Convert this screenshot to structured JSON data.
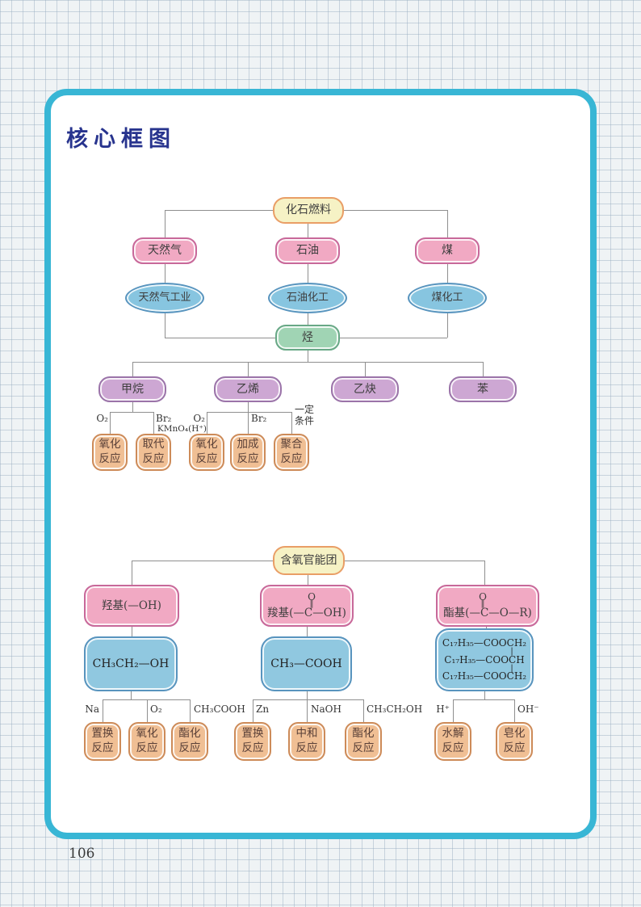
{
  "page": {
    "title": "核心框图",
    "page_number": "106"
  },
  "palette": {
    "card_border": "#38b6d5",
    "title_blue": "#28348e",
    "connector_gray": "#8f8f8f",
    "yellow_fill": "#f6f2c5",
    "yellow_border": "#e99e66",
    "pink_fill": "#f1a9c3",
    "pink_border": "#c8699a",
    "blue_fill": "#87c5e0",
    "blue_border": "#5894be",
    "green_fill": "#a0d4b4",
    "green_border": "#68a886",
    "purple_fill": "#cda7d3",
    "purple_border": "#9b74a9",
    "orange_fill": "#f0bf94",
    "orange_border": "#cd8b59"
  },
  "diagram_fuels": {
    "root": {
      "label": "化石燃料"
    },
    "fuels": [
      {
        "label": "天然气"
      },
      {
        "label": "石油"
      },
      {
        "label": "煤"
      }
    ],
    "industries": [
      {
        "label": "天然气工业"
      },
      {
        "label": "石油化工"
      },
      {
        "label": "煤化工"
      }
    ],
    "hydrocarbon": {
      "label": "烃"
    },
    "compounds": [
      {
        "label": "甲烷"
      },
      {
        "label": "乙烯"
      },
      {
        "label": "乙炔"
      },
      {
        "label": "苯"
      }
    ],
    "methane_reactions": [
      {
        "condition": "O₂",
        "reaction": "氧化反应"
      },
      {
        "condition": "Br₂",
        "reaction": "取代反应"
      }
    ],
    "ethylene_reactions": [
      {
        "condition_line1": "O₂",
        "condition_line2": "KMnO₄(H⁺)",
        "reaction": "氧化反应"
      },
      {
        "condition": "Br₂",
        "reaction": "加成反应"
      },
      {
        "condition_line1": "一定",
        "condition_line2": "条件",
        "reaction": "聚合反应"
      }
    ]
  },
  "diagram_functional_groups": {
    "root": {
      "label": "含氧官能团"
    },
    "groups": [
      {
        "name": "羟基(—OH)",
        "example": "CH₃CH₂—OH",
        "reactions": [
          {
            "condition": "Na",
            "reaction": "置换反应"
          },
          {
            "condition": "O₂",
            "reaction": "氧化反应"
          },
          {
            "condition": "CH₃COOH",
            "reaction": "酯化反应"
          }
        ]
      },
      {
        "name_top": "O",
        "name_bond": "‖",
        "name": "羧基(—C—OH)",
        "example": "CH₃—COOH",
        "reactions": [
          {
            "condition": "Zn",
            "reaction": "置换反应"
          },
          {
            "condition": "NaOH",
            "reaction": "中和反应"
          },
          {
            "condition": "CH₃CH₂OH",
            "reaction": "酯化反应"
          }
        ]
      },
      {
        "name_top": "O",
        "name_bond": "‖",
        "name": "酯基(—C—O—R)",
        "bond": "|",
        "example_lines": [
          "C₁₇H₃₅—COOCH₂",
          "C₁₇H₃₅—COOCH",
          "C₁₇H₃₅—COOCH₂"
        ],
        "reactions": [
          {
            "condition": "H⁺",
            "reaction": "水解反应"
          },
          {
            "condition": "OH⁻",
            "reaction": "皂化反应"
          }
        ]
      }
    ]
  }
}
